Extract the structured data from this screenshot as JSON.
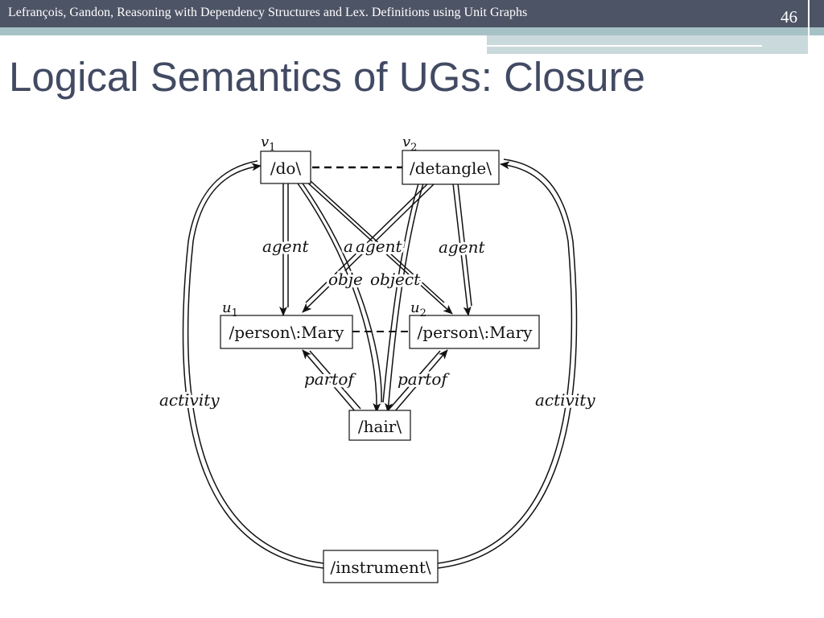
{
  "header": {
    "text": "Lefrançois, Gandon, Reasoning  with Dependency  Structures and Lex. Definitions using Unit Graphs",
    "slide_number": "46"
  },
  "title": "Logical Semantics of UGs: Closure",
  "colors": {
    "header_bg": "#4d5465",
    "stripe_teal": "#a7c2c6",
    "title": "#424a63"
  },
  "diagram": {
    "nodes": {
      "do": {
        "var": "v1",
        "label": "do"
      },
      "detangle": {
        "var": "v2",
        "label": "detangle"
      },
      "person1": {
        "var": "u1",
        "label": "person",
        "suffix": ":Mary"
      },
      "person2": {
        "var": "u2",
        "label": "person",
        "suffix": ":Mary"
      },
      "hair": {
        "label": "hair"
      },
      "instrument": {
        "label": "instrument"
      }
    },
    "edge_labels": {
      "agent_left": "agent",
      "agent_middle": "agent",
      "agent_right": "agent",
      "agent_hidden": "a",
      "object_left": "obje",
      "object_right": "object",
      "partof_left": "partof",
      "partof_right": "partof",
      "activity_left": "activity",
      "activity_right": "activity"
    }
  }
}
